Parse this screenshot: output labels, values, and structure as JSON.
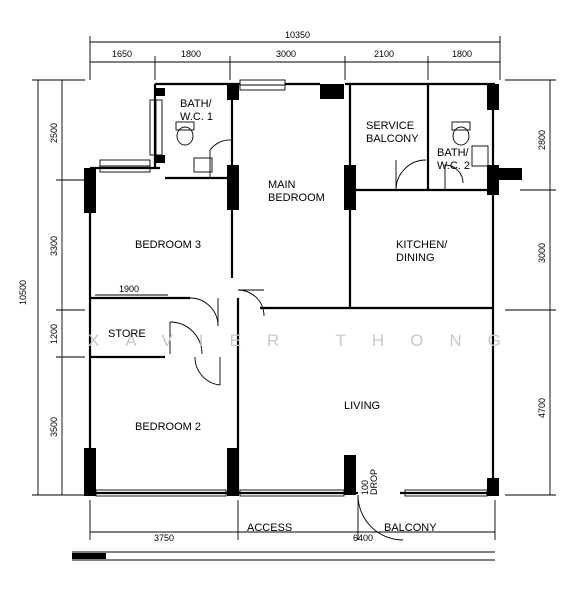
{
  "rooms": {
    "bath_wc_1": "BATH/\nW.C. 1",
    "main_bedroom": "MAIN\nBEDROOM",
    "service_balcony": "SERVICE\nBALCONY",
    "bath_wc_2": "BATH/\nW.C. 2",
    "bedroom_3": "BEDROOM 3",
    "kitchen_dining": "KITCHEN/\nDINING",
    "store": "STORE",
    "living": "LIVING",
    "bedroom_2": "BEDROOM 2",
    "access": "ACCESS",
    "balcony": "BALCONY",
    "drop": "100\nDROP"
  },
  "dimensions": {
    "overall_width": "10350",
    "overall_height": "10500",
    "top": [
      "1650",
      "1800",
      "3000",
      "2100",
      "1800"
    ],
    "left": [
      "2500",
      "3300",
      "1200",
      "3500"
    ],
    "right": [
      "2800",
      "3000",
      "4700"
    ],
    "bottom": [
      "3750",
      "6400"
    ],
    "store_width": "1900"
  },
  "watermark": "XAVIER THONG"
}
